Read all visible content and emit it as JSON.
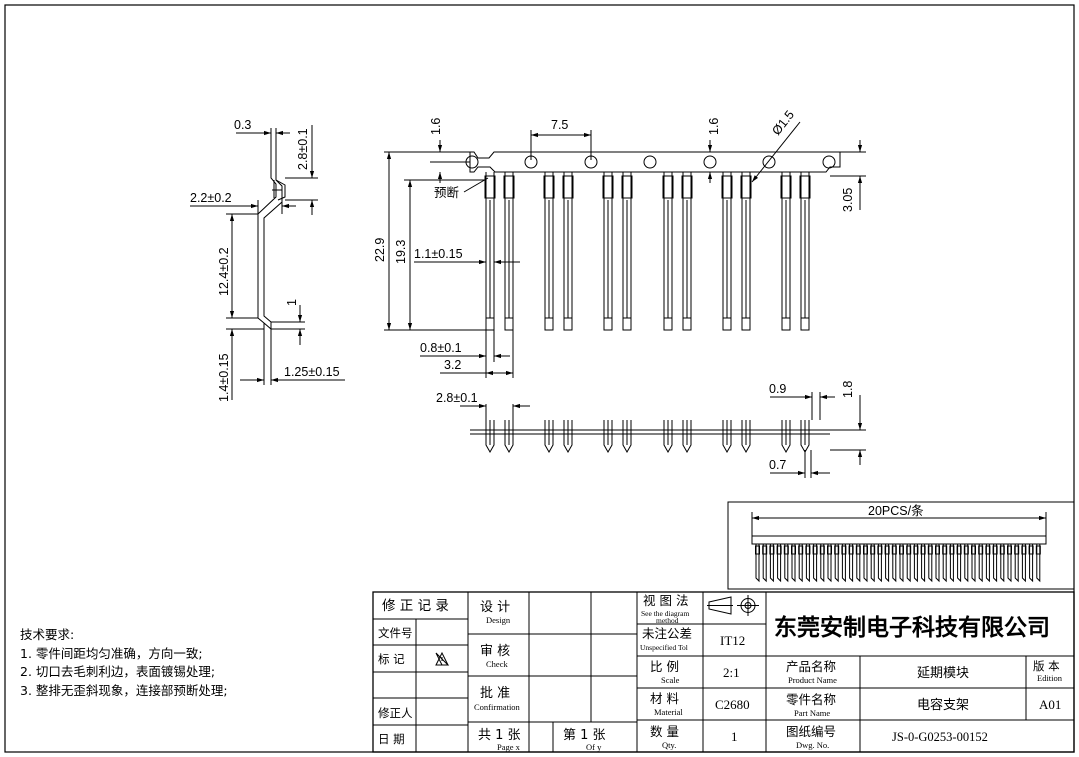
{
  "side_view": {
    "dims": [
      "0.3",
      "2.8±0.1",
      "2.2±0.2",
      "12.4±0.2",
      "1",
      "1.4±0.15",
      "1.25±0.15"
    ]
  },
  "front_view": {
    "dims": [
      "1.6",
      "7.5",
      "1.6",
      "Ø1.5",
      "3.05",
      "22.9",
      "19.3",
      "1.1±0.15",
      "0.8±0.1",
      "3.2"
    ],
    "break_label": "预断"
  },
  "bottom_view": {
    "dims": [
      "2.8±0.1",
      "0.9",
      "1.8",
      "0.7"
    ]
  },
  "strip_view": {
    "label": "20PCS/条"
  },
  "notes": {
    "title": "技术要求:",
    "items": [
      "1. 零件间距均匀准确，方向一致;",
      "2. 切口去毛刺利边，表面镀锡处理;",
      "3. 整排无歪斜现象，连接部预断处理;"
    ]
  },
  "title_block": {
    "revision_record": "修 正 记 录",
    "file_no": "文件号",
    "mark": "标 记",
    "reviser": "修正人",
    "date": "日 期",
    "design_cn": "设 计",
    "design_en": "Design",
    "check_cn": "审 核",
    "check_en": "Check",
    "confirm_cn": "批 准",
    "confirm_en": "Confirmation",
    "total_cn": "共 1 张",
    "total_en": "Page x",
    "sheet_cn": "第 1 张",
    "sheet_en": "Of y",
    "view_method_cn": "视 图 法",
    "view_method_en1": "See the diagram",
    "view_method_en2": "method",
    "tol_cn": "未注公差",
    "tol_en": "Unspecified Tol",
    "tol_value": "IT12",
    "scale_cn": "比 例",
    "scale_en": "Scale",
    "scale_value": "2:1",
    "material_cn": "材 料",
    "material_en": "Material",
    "material_value": "C2680",
    "qty_cn": "数 量",
    "qty_en": "Qty.",
    "qty_value": "1",
    "company": "东莞安制电子科技有限公司",
    "product_name_cn": "产品名称",
    "product_name_en": "Product Name",
    "product_name_value": "延期模块",
    "part_name_cn": "零件名称",
    "part_name_en": "Part Name",
    "part_name_value": "电容支架",
    "dwg_no_cn": "图纸编号",
    "dwg_no_en": "Dwg. No.",
    "dwg_no_value": "JS-0-G0253-00152",
    "edition_cn": "版 本",
    "edition_en": "Edition",
    "edition_value": "A01"
  }
}
